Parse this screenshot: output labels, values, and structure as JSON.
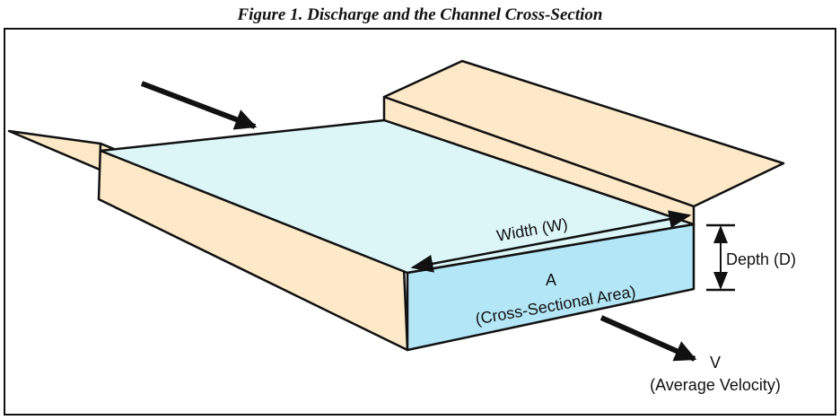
{
  "title": "Figure 1.  Discharge and the Channel Cross-Section",
  "labels": {
    "width": "Width (W)",
    "area_symbol": "A",
    "area_name": "(Cross-Sectional Area)",
    "depth": "Depth (D)",
    "velocity_symbol": "V",
    "velocity_name": "(Average Velocity)"
  },
  "colors": {
    "bank": "#fde9c8",
    "water_surface": "#dcf6f8",
    "cross_section": "#b3e6f6",
    "outline": "#111111"
  }
}
